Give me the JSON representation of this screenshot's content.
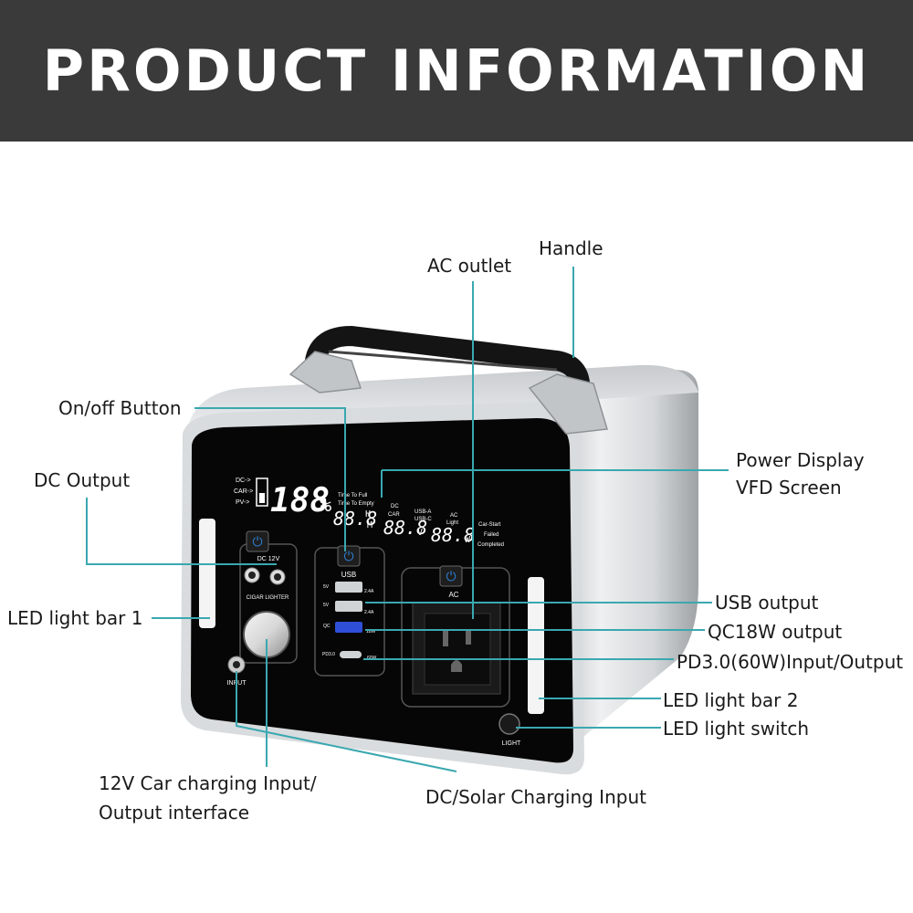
{
  "header": {
    "title": "PRODUCT INFORMATION"
  },
  "labels": {
    "handle": "Handle",
    "ac_outlet": "AC outlet",
    "on_off": "On/off Button",
    "dc_output": "DC Output",
    "power_display": [
      "Power Display",
      "VFD Screen"
    ],
    "led_bar_1": "LED light bar 1",
    "usb_output": "USB output",
    "qc18w": "QC18W output",
    "pd30": "PD3.0(60W)Input/Output",
    "led_bar_2": "LED light bar 2",
    "led_switch": "LED light switch",
    "car_charging": [
      "12V Car charging Input/",
      "Output interface"
    ],
    "dc_solar": "DC/Solar Charging Input"
  },
  "device": {
    "display": {
      "status_left": [
        "DC->",
        "CAR->",
        "PV->"
      ],
      "battery_percent": "188",
      "percent_sign": "%",
      "time_labels": [
        "Time To Full",
        "Time To Empty"
      ],
      "time_value": "88.8",
      "time_unit": "H",
      "time_unit2": "M",
      "dc_labels": [
        "DC",
        "CAR"
      ],
      "voltage_value": "88.8",
      "voltage_unit": "V",
      "usb_labels": [
        "USB-A",
        "USB-C"
      ],
      "ac_labels": [
        "AC",
        "Light"
      ],
      "watt_value": "88.8",
      "watt_unit": "W",
      "status_right": [
        "Car-Start",
        "Failed",
        "Completed"
      ]
    },
    "dc_panel": {
      "label": "DC 12V",
      "cigar_label": "CIGAR LIGHTER"
    },
    "usb_panel": {
      "label": "USB",
      "ports": [
        {
          "left": "5V",
          "right": "2.4A"
        },
        {
          "left": "5V",
          "right": "2.4A"
        },
        {
          "left": "QC",
          "right": "18W"
        },
        {
          "left": "PD3.0",
          "right": "60W"
        }
      ]
    },
    "ac_panel": {
      "label": "AC"
    },
    "input_label": "INPUT",
    "light_label": "LIGHT"
  },
  "colors": {
    "accent_line": "#3aa8b0",
    "banner": "#3a3a3a",
    "button_blue": "#2f80d8"
  }
}
